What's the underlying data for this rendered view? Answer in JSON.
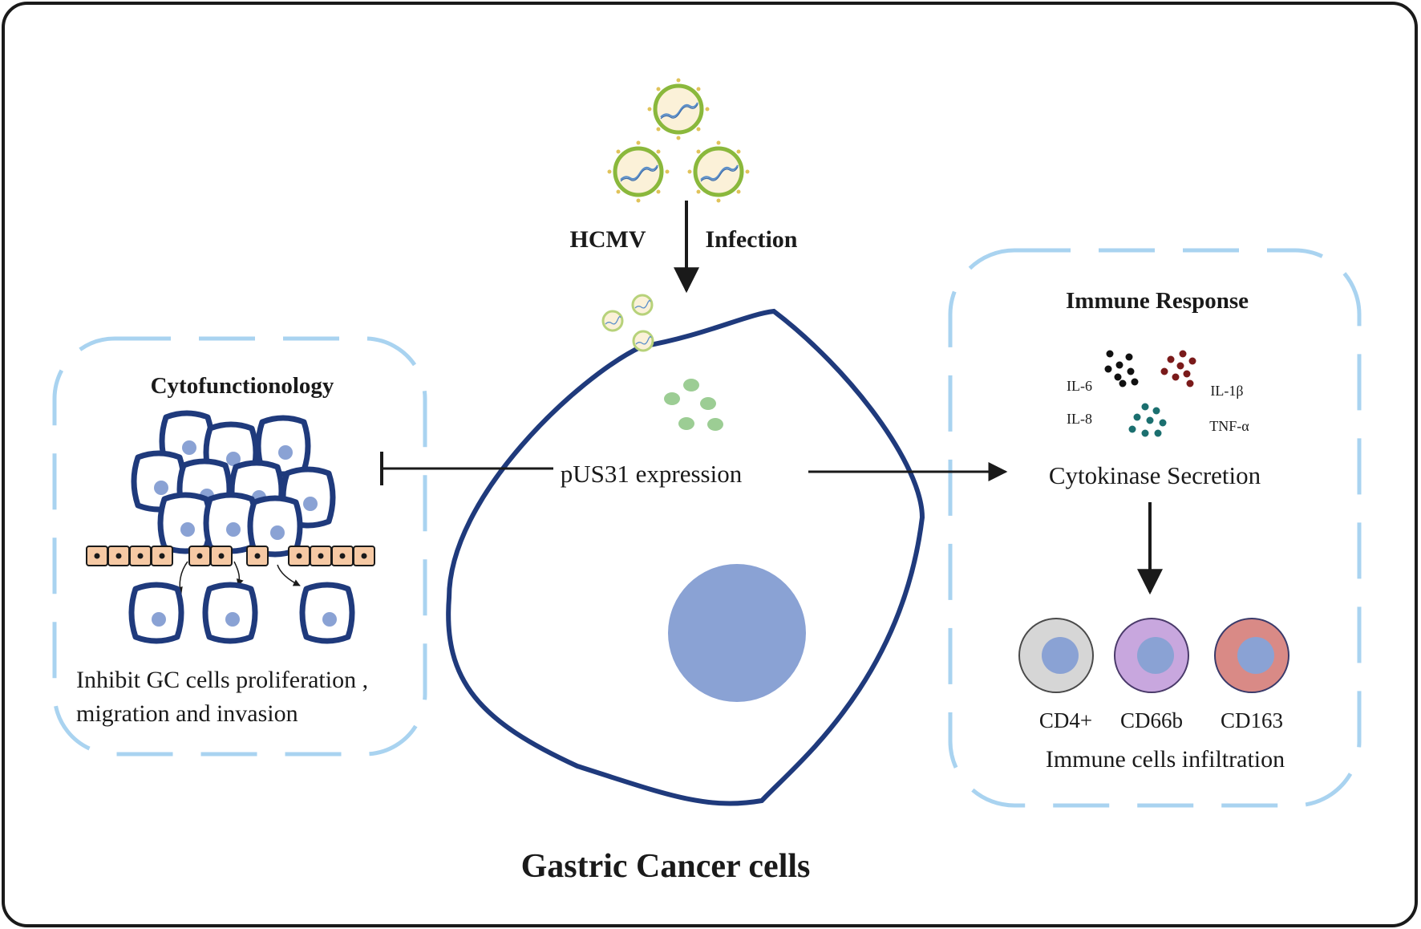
{
  "infection": {
    "label_left": "HCMV",
    "label_right": "Infection"
  },
  "central": {
    "expression_label": "pUS31 expression",
    "footer_title": "Gastric Cancer cells"
  },
  "left_panel": {
    "title": "Cytofunctionology",
    "caption_line1": "Inhibit GC cells proliferation ,",
    "caption_line2": "migration and invasion"
  },
  "right_panel": {
    "title": "Immune Response",
    "cytokines": {
      "il6": "IL-6",
      "il1b": "IL-1β",
      "il8": "IL-8",
      "tnfa": "TNF-α"
    },
    "secretion_label": "Cytokinase Secretion",
    "cells": {
      "cd4": "CD4+",
      "cd66b": "CD66b",
      "cd163": "CD163"
    },
    "infiltration_label": "Immune cells infiltration"
  },
  "colors": {
    "frame": "#1a1a1a",
    "cell_outline": "#1f3a7c",
    "nucleus": "#8aa2d4",
    "panel_dash": "#a9d3f0",
    "virus_ring": "#8ab83c",
    "virus_fill": "#fbf1d8",
    "vesicle": "#9ccd94",
    "epithelium_fill": "#f6c9a4",
    "il6_dots": "#111111",
    "il1b_dots": "#7a1a1a",
    "tnf_dots": "#1b6f6f",
    "cd4_fill": "#d6d6d6",
    "cd66b_fill": "#c8a7de",
    "cd163_fill": "#d98a86"
  }
}
